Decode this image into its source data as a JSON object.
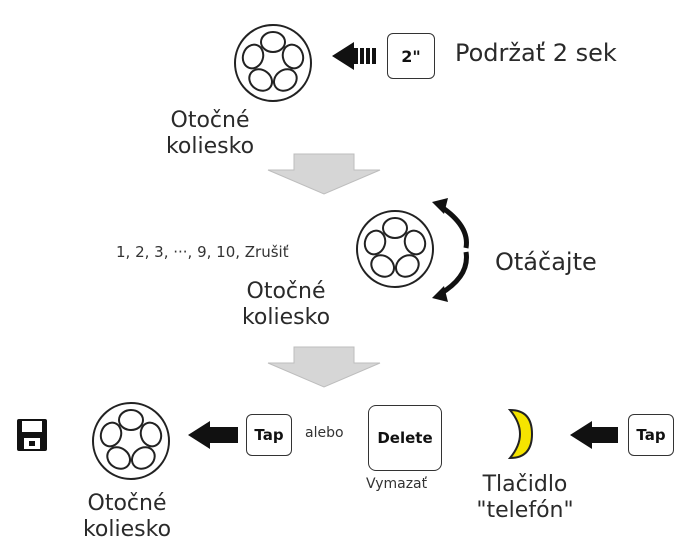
{
  "step1": {
    "wheel_label_line1": "Otočné",
    "wheel_label_line2": "koliesko",
    "key_label": "2\"",
    "instruction": "Podržať 2 sek"
  },
  "step2": {
    "options_text": "1, 2, 3, ···, 9, 10, Zrušiť",
    "wheel_label_line1": "Otočné",
    "wheel_label_line2": "koliesko",
    "instruction": "Otáčajte"
  },
  "step3": {
    "save_icon": "floppy-disk-icon",
    "wheel_label_line1": "Otočné",
    "wheel_label_line2": "koliesko",
    "tap_key_label": "Tap",
    "or_text": "alebo",
    "delete_key_label": "Delete",
    "delete_caption": "Vymazať",
    "phone_button_label_line1": "Tlačidlo",
    "phone_button_label_line2": "\"telefón\"",
    "tap_key2_label": "Tap"
  },
  "colors": {
    "phone_button": "#f5e400",
    "flow_arrow": "#d6d6d6",
    "ink": "#111111"
  }
}
